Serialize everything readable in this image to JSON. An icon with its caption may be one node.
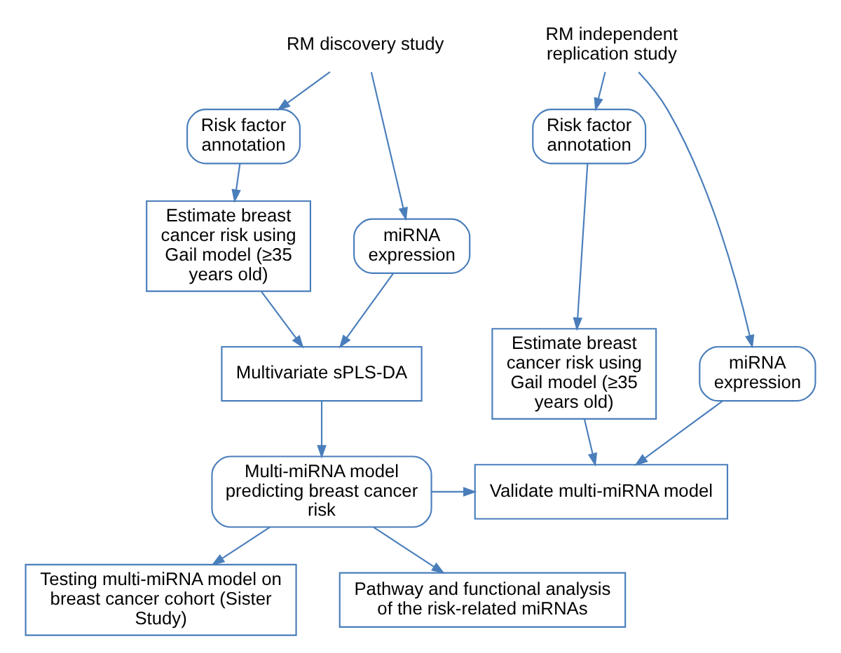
{
  "diagram": {
    "nodes": [
      {
        "text": [
          "RM discovery study"
        ]
      },
      {
        "text": [
          "Risk factor annotation"
        ]
      },
      {
        "text": [
          "miRNA expression"
        ]
      },
      {
        "text": [
          "Estimate breast cancer risk using Gail model (≥35 years old)"
        ]
      },
      {
        "text": [
          "Multivariate sPLS-DA"
        ]
      },
      {
        "text": [
          "Multi-miRNA model predicting breast cancer risk"
        ]
      },
      {
        "text": [
          "Testing multi-miRNA model on breast cancer cohort (Sister Study)"
        ]
      },
      {
        "text": [
          "Pathway and functional analysis of the risk-related miRNAs"
        ]
      },
      {
        "text": [
          "RM independent replication study"
        ]
      },
      {
        "text": [
          "Risk factor annotation"
        ]
      },
      {
        "text": [
          "miRNA expression"
        ]
      },
      {
        "text": [
          "Estimate breast cancer risk using Gail model (≥35 years old)"
        ]
      },
      {
        "text": [
          "Validate multi-miRNA model"
        ]
      }
    ],
    "edges": [
      {
        "from": 0,
        "to": 1,
        "arrow": "to"
      },
      {
        "from": 0,
        "to": 2,
        "arrow": "to"
      },
      {
        "from": 1,
        "to": 3,
        "arrow": "to"
      },
      {
        "from": 3,
        "to": 4,
        "arrow": "to"
      },
      {
        "from": 2,
        "to": 4,
        "arrow": "to"
      },
      {
        "from": 4,
        "to": 5,
        "arrow": "to"
      },
      {
        "from": 5,
        "to": 6,
        "arrow": "to"
      },
      {
        "from": 5,
        "to": 7,
        "arrow": "to"
      },
      {
        "from": 5,
        "to": 12,
        "arrow": "to"
      },
      {
        "from": 8,
        "to": 9,
        "arrow": "to"
      },
      {
        "from": 8,
        "to": 10,
        "arrow": "to"
      },
      {
        "from": 9,
        "to": 11,
        "arrow": "to"
      },
      {
        "from": 11,
        "to": 12,
        "arrow": "to"
      },
      {
        "from": 10,
        "to": 12,
        "arrow": "to"
      }
    ]
  }
}
